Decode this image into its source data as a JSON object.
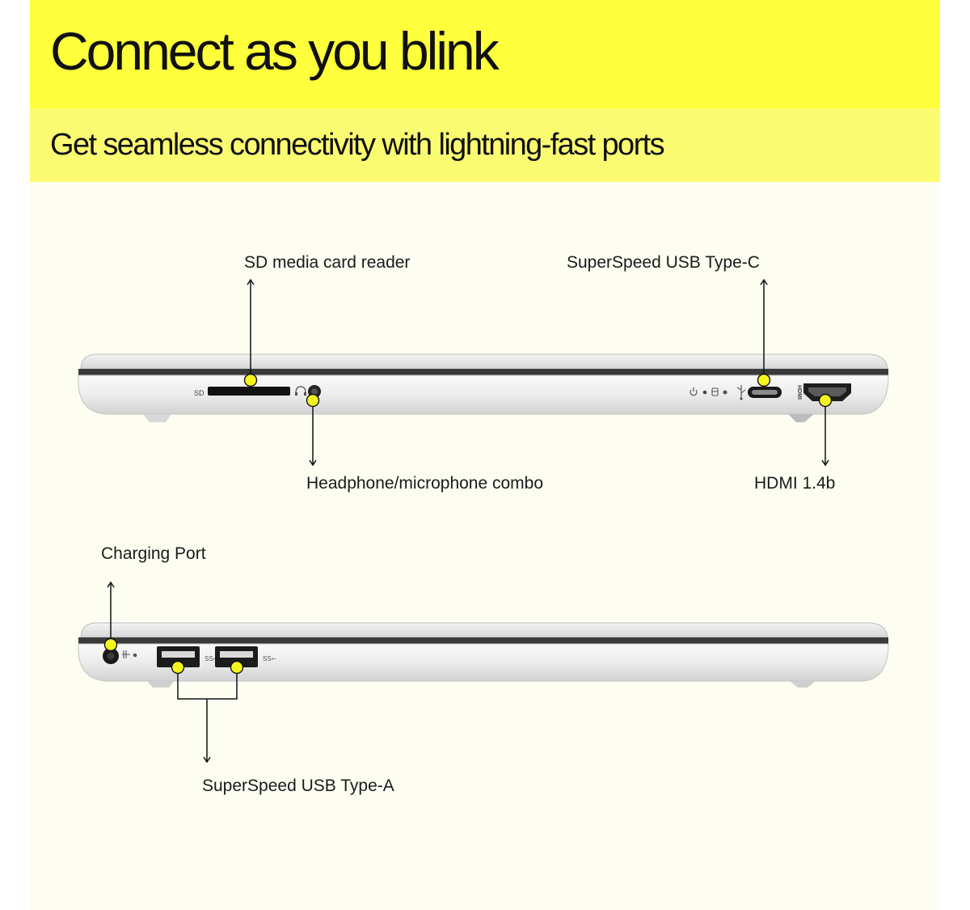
{
  "headline": "Connect as you blink",
  "subheadline": "Get seamless connectivity with lightning-fast ports",
  "ports": {
    "sd_reader": "SD media card reader",
    "usb_c": "SuperSpeed USB Type-C",
    "audio": "Headphone/microphone combo",
    "hdmi": "HDMI 1.4b",
    "charging": "Charging Port",
    "usb_a": "SuperSpeed USB Type-A"
  },
  "device_markings": {
    "sd": "SD",
    "hdmi": "HDMI"
  },
  "colors": {
    "banner": "#ffff3c",
    "banner_sub": "#fbfb72",
    "background": "#fdfdf2",
    "callout_dot": "#f5f51e",
    "laptop_silver": "#e9e9e9"
  },
  "icons": [
    "power-icon",
    "led-icon",
    "drive-icon",
    "usb-icon",
    "headphone-icon",
    "charge-icon",
    "superspeed-icon"
  ]
}
